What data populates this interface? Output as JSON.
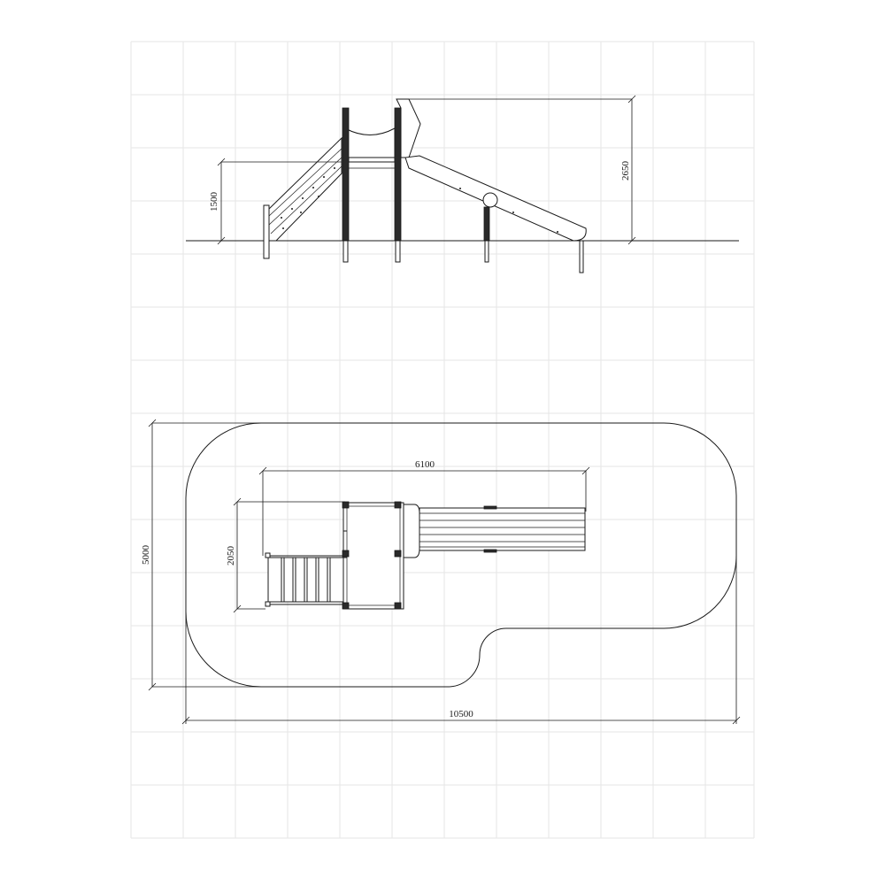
{
  "drawing": {
    "side_view": {
      "platform_height": "1500",
      "total_height": "2650"
    },
    "plan_view": {
      "overall_width": "10500",
      "overall_depth": "5000",
      "equipment_length": "6100",
      "equipment_width": "2050"
    }
  }
}
